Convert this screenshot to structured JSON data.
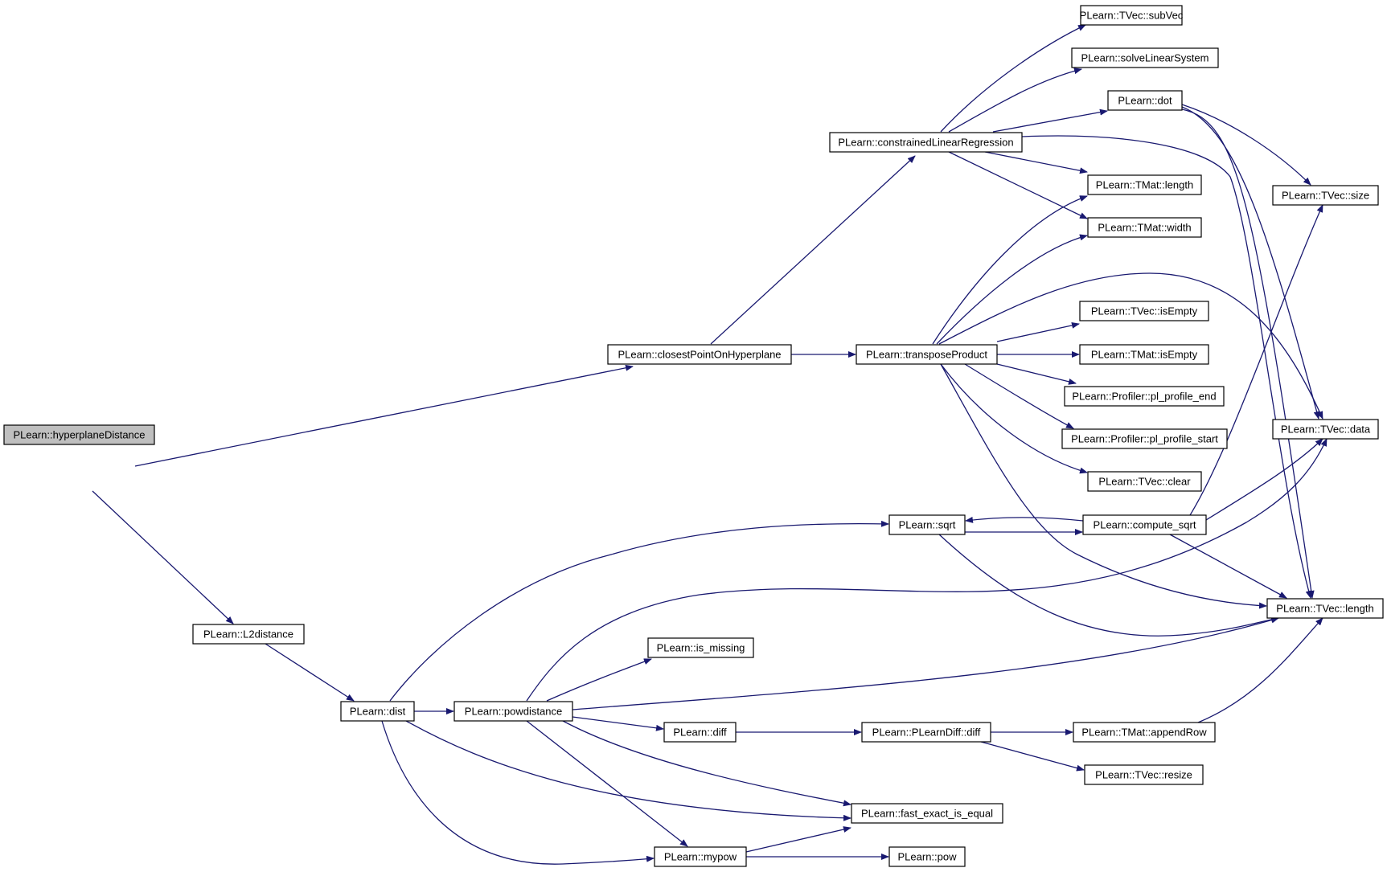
{
  "diagram": {
    "type": "call-graph",
    "root": "hyperplaneDistance",
    "colors": {
      "edge": "#191970",
      "node_border": "#000000",
      "root_fill": "#bfbfbf",
      "node_fill": "#ffffff"
    },
    "nodes": [
      {
        "id": "hyperplaneDistance",
        "label": "PLearn::hyperplaneDistance"
      },
      {
        "id": "L2distance",
        "label": "PLearn::L2distance"
      },
      {
        "id": "closestPointOnHyperplane",
        "label": "PLearn::closestPointOnHyperplane"
      },
      {
        "id": "constrainedLinearRegression",
        "label": "PLearn::constrainedLinearRegression"
      },
      {
        "id": "transposeProduct",
        "label": "PLearn::transposeProduct"
      },
      {
        "id": "TVec_subVec",
        "label": "PLearn::TVec::subVec"
      },
      {
        "id": "solveLinearSystem",
        "label": "PLearn::solveLinearSystem"
      },
      {
        "id": "dot",
        "label": "PLearn::dot"
      },
      {
        "id": "TMat_length",
        "label": "PLearn::TMat::length"
      },
      {
        "id": "TMat_width",
        "label": "PLearn::TMat::width"
      },
      {
        "id": "TVec_isEmpty",
        "label": "PLearn::TVec::isEmpty"
      },
      {
        "id": "TMat_isEmpty",
        "label": "PLearn::TMat::isEmpty"
      },
      {
        "id": "pl_profile_end",
        "label": "PLearn::Profiler::pl_profile_end"
      },
      {
        "id": "pl_profile_start",
        "label": "PLearn::Profiler::pl_profile_start"
      },
      {
        "id": "TVec_clear",
        "label": "PLearn::TVec::clear"
      },
      {
        "id": "TVec_size",
        "label": "PLearn::TVec::size"
      },
      {
        "id": "TVec_data",
        "label": "PLearn::TVec::data"
      },
      {
        "id": "TVec_length",
        "label": "PLearn::TVec::length"
      },
      {
        "id": "sqrt",
        "label": "PLearn::sqrt"
      },
      {
        "id": "compute_sqrt",
        "label": "PLearn::compute_sqrt"
      },
      {
        "id": "dist",
        "label": "PLearn::dist"
      },
      {
        "id": "powdistance",
        "label": "PLearn::powdistance"
      },
      {
        "id": "is_missing",
        "label": "PLearn::is_missing"
      },
      {
        "id": "diff",
        "label": "PLearn::diff"
      },
      {
        "id": "PLearnDiff_diff",
        "label": "PLearn::PLearnDiff::diff"
      },
      {
        "id": "TMat_appendRow",
        "label": "PLearn::TMat::appendRow"
      },
      {
        "id": "TVec_resize",
        "label": "PLearn::TVec::resize"
      },
      {
        "id": "fast_exact_is_equal",
        "label": "PLearn::fast_exact_is_equal"
      },
      {
        "id": "mypow",
        "label": "PLearn::mypow"
      },
      {
        "id": "pow",
        "label": "PLearn::pow"
      }
    ],
    "edges": [
      {
        "from": "hyperplaneDistance",
        "to": "closestPointOnHyperplane"
      },
      {
        "from": "hyperplaneDistance",
        "to": "L2distance"
      },
      {
        "from": "closestPointOnHyperplane",
        "to": "constrainedLinearRegression"
      },
      {
        "from": "closestPointOnHyperplane",
        "to": "transposeProduct"
      },
      {
        "from": "constrainedLinearRegression",
        "to": "TVec_subVec"
      },
      {
        "from": "constrainedLinearRegression",
        "to": "solveLinearSystem"
      },
      {
        "from": "constrainedLinearRegression",
        "to": "dot"
      },
      {
        "from": "constrainedLinearRegression",
        "to": "TMat_length"
      },
      {
        "from": "constrainedLinearRegression",
        "to": "TMat_width"
      },
      {
        "from": "constrainedLinearRegression",
        "to": "TVec_length"
      },
      {
        "from": "dot",
        "to": "TVec_size"
      },
      {
        "from": "dot",
        "to": "TVec_data"
      },
      {
        "from": "dot",
        "to": "TVec_length"
      },
      {
        "from": "transposeProduct",
        "to": "TMat_length"
      },
      {
        "from": "transposeProduct",
        "to": "TMat_width"
      },
      {
        "from": "transposeProduct",
        "to": "TVec_data"
      },
      {
        "from": "transposeProduct",
        "to": "TVec_isEmpty"
      },
      {
        "from": "transposeProduct",
        "to": "TMat_isEmpty"
      },
      {
        "from": "transposeProduct",
        "to": "pl_profile_end"
      },
      {
        "from": "transposeProduct",
        "to": "pl_profile_start"
      },
      {
        "from": "transposeProduct",
        "to": "TVec_clear"
      },
      {
        "from": "transposeProduct",
        "to": "TVec_length"
      },
      {
        "from": "L2distance",
        "to": "dist"
      },
      {
        "from": "dist",
        "to": "sqrt"
      },
      {
        "from": "dist",
        "to": "powdistance"
      },
      {
        "from": "dist",
        "to": "fast_exact_is_equal"
      },
      {
        "from": "dist",
        "to": "mypow"
      },
      {
        "from": "sqrt",
        "to": "compute_sqrt"
      },
      {
        "from": "sqrt",
        "to": "TVec_length"
      },
      {
        "from": "compute_sqrt",
        "to": "sqrt"
      },
      {
        "from": "compute_sqrt",
        "to": "TVec_size"
      },
      {
        "from": "compute_sqrt",
        "to": "TVec_data"
      },
      {
        "from": "compute_sqrt",
        "to": "TVec_length"
      },
      {
        "from": "powdistance",
        "to": "TVec_data"
      },
      {
        "from": "powdistance",
        "to": "is_missing"
      },
      {
        "from": "powdistance",
        "to": "TVec_length"
      },
      {
        "from": "powdistance",
        "to": "diff"
      },
      {
        "from": "powdistance",
        "to": "fast_exact_is_equal"
      },
      {
        "from": "powdistance",
        "to": "mypow"
      },
      {
        "from": "diff",
        "to": "PLearnDiff_diff"
      },
      {
        "from": "PLearnDiff_diff",
        "to": "TMat_appendRow"
      },
      {
        "from": "PLearnDiff_diff",
        "to": "TVec_resize"
      },
      {
        "from": "TMat_appendRow",
        "to": "TVec_length"
      },
      {
        "from": "mypow",
        "to": "fast_exact_is_equal"
      },
      {
        "from": "mypow",
        "to": "pow"
      }
    ]
  }
}
